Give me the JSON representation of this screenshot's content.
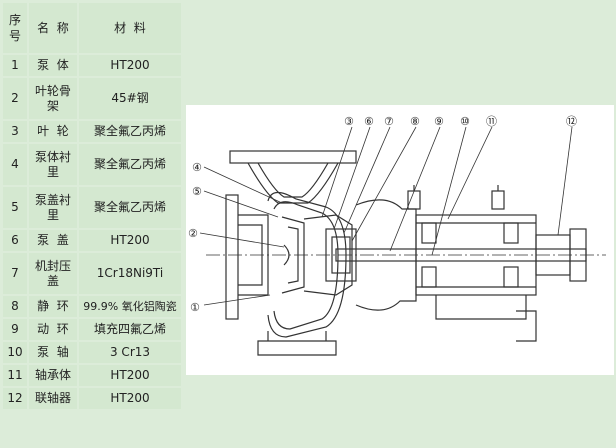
{
  "table": {
    "header": {
      "no": "序号",
      "name": "名  称",
      "material": "材  料"
    },
    "rows": [
      {
        "no": "1",
        "name": "泵  体",
        "material": "HT200"
      },
      {
        "no": "2",
        "name": "叶轮骨架",
        "material": "45#钢"
      },
      {
        "no": "3",
        "name": "叶  轮",
        "material": "聚全氟乙丙烯"
      },
      {
        "no": "4",
        "name": "泵体衬里",
        "material": "聚全氟乙丙烯"
      },
      {
        "no": "5",
        "name": "泵盖衬里",
        "material": "聚全氟乙丙烯"
      },
      {
        "no": "6",
        "name": "泵  盖",
        "material": "HT200"
      },
      {
        "no": "7",
        "name": "机封压盖",
        "material": "1Cr18Ni9Ti"
      },
      {
        "no": "8",
        "name": "静  环",
        "material": "99.9% 氧化铝陶瓷"
      },
      {
        "no": "9",
        "name": "动  环",
        "material": "填充四氟乙烯"
      },
      {
        "no": "10",
        "name": "泵  轴",
        "material": "3 Cr13"
      },
      {
        "no": "11",
        "name": "轴承体",
        "material": "HT200"
      },
      {
        "no": "12",
        "name": "联轴器",
        "material": "HT200"
      }
    ]
  },
  "diagram": {
    "callouts": [
      "①",
      "②",
      "③",
      "④",
      "⑤",
      "⑥",
      "⑦",
      "⑧",
      "⑨",
      "⑩",
      "⑪",
      "⑫"
    ]
  }
}
